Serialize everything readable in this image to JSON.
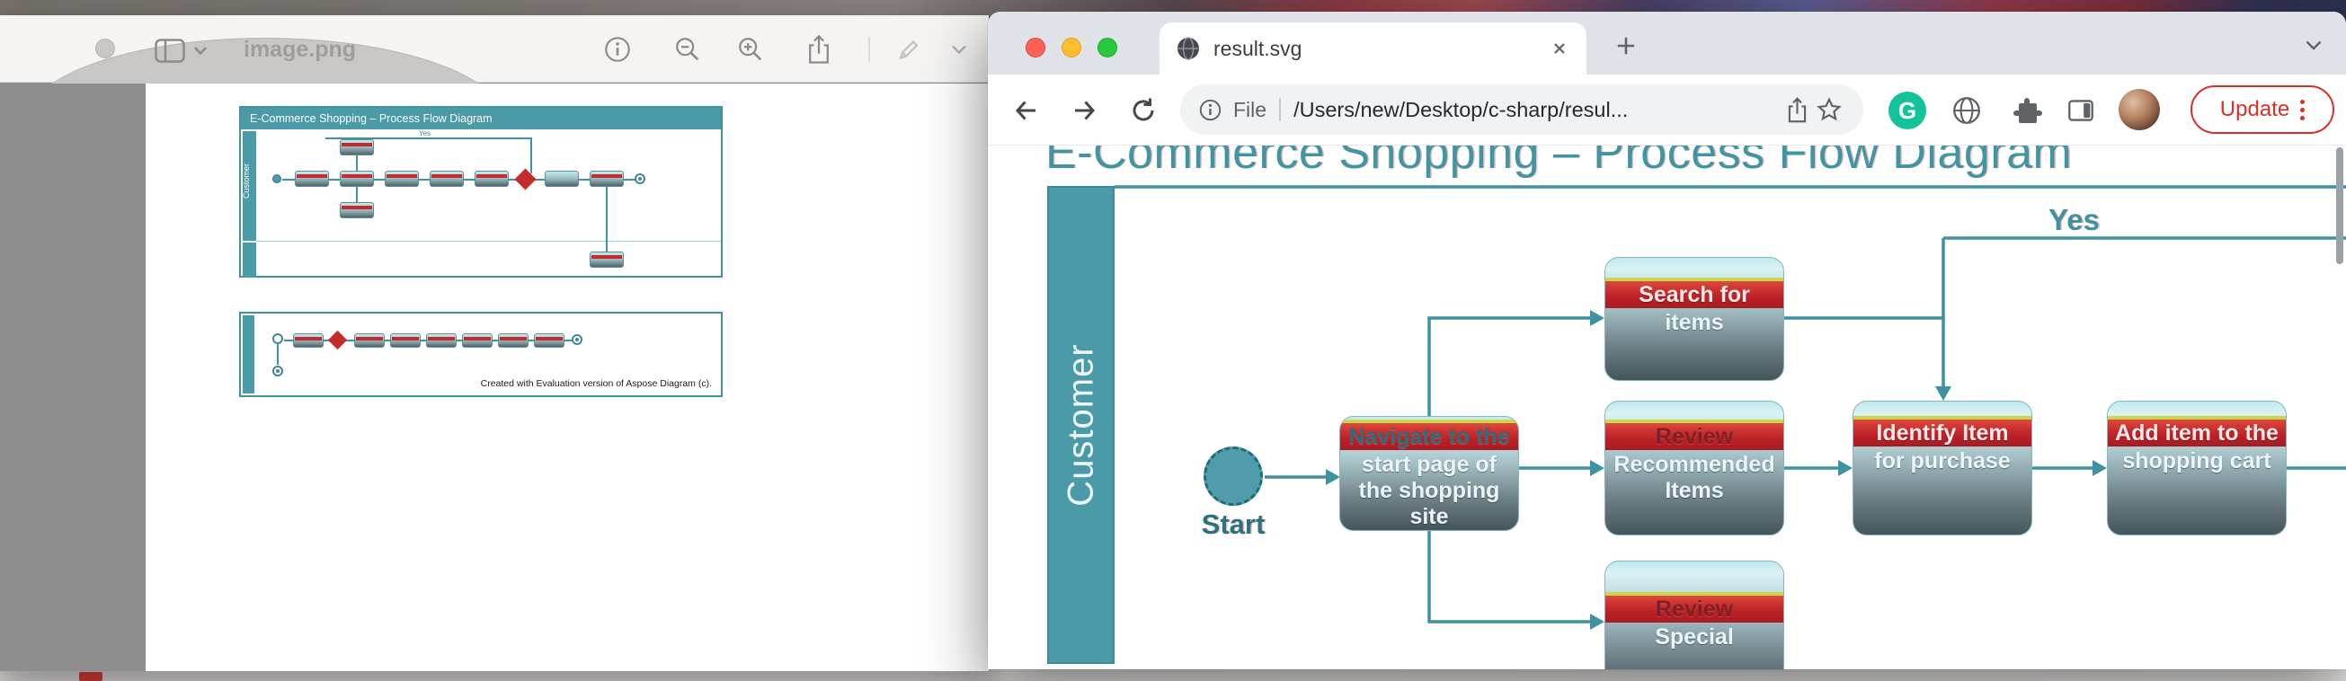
{
  "preview_window": {
    "title": "image.png",
    "thumbnail": {
      "panel1_title": "E-Commerce Shopping – Process Flow Diagram",
      "lane1_label": "Customer",
      "evaluation_note": "Created with Evaluation version of Aspose Diagram (c)."
    }
  },
  "browser": {
    "tab_title": "result.svg",
    "address": {
      "scheme_label": "File",
      "url_text": "/Users/new/Desktop/c-sharp/resul..."
    },
    "update_label": "Update",
    "grammarly_letter": "G"
  },
  "diagram": {
    "title": "E-Commerce Shopping – Process Flow Diagram",
    "lane_label": "Customer",
    "yes_label": "Yes",
    "start_label": "Start",
    "boxes": [
      {
        "name": "navigate",
        "band": "Navigate to the",
        "lines": [
          "start page of",
          "the shopping",
          "site"
        ]
      },
      {
        "name": "search-items",
        "band": "Search for",
        "lines": [
          "items"
        ]
      },
      {
        "name": "review-recommended",
        "band": "Review",
        "lines": [
          "Recommended",
          "Items"
        ]
      },
      {
        "name": "identify-item",
        "band": "Identify Item",
        "lines": [
          "for purchase"
        ]
      },
      {
        "name": "add-to-cart",
        "band": "Add item to the",
        "lines": [
          "shopping cart"
        ]
      },
      {
        "name": "review-special",
        "band": "Review",
        "lines": [
          "Special"
        ]
      }
    ],
    "colors": {
      "accent_teal": "#3f92a0",
      "lane_fill": "#4a9aa8",
      "band_red": "#c0232a",
      "band_accent_green": "#c9d84a",
      "box_gradient_top": "#c0e9ee",
      "box_gradient_bottom": "#45555b"
    }
  },
  "icons": {
    "preview_toolbar": [
      "sidebar-icon",
      "chevron-down-icon",
      "info-icon",
      "zoom-out-icon",
      "zoom-in-icon",
      "share-icon",
      "markup-pencil-icon",
      "chevron-down-icon"
    ],
    "browser_toolbar": [
      "back-icon",
      "forward-icon",
      "reload-icon",
      "info-icon",
      "share-icon",
      "star-icon",
      "grammarly-icon",
      "globe-icon",
      "extensions-puzzle-icon",
      "side-panel-icon",
      "kebab-menu-icon"
    ],
    "tab": [
      "svg-file-icon",
      "close-icon",
      "plus-icon",
      "chevron-down-icon"
    ]
  },
  "ui_colors": {
    "traffic_red": "#ff5f57",
    "traffic_yellow": "#febc2e",
    "traffic_green": "#28c840",
    "update_red": "#d93025",
    "grammarly_green": "#15c39a",
    "omnibox_gray": "#f0f2f4",
    "tabstrip_gray": "#dfe2e7"
  }
}
